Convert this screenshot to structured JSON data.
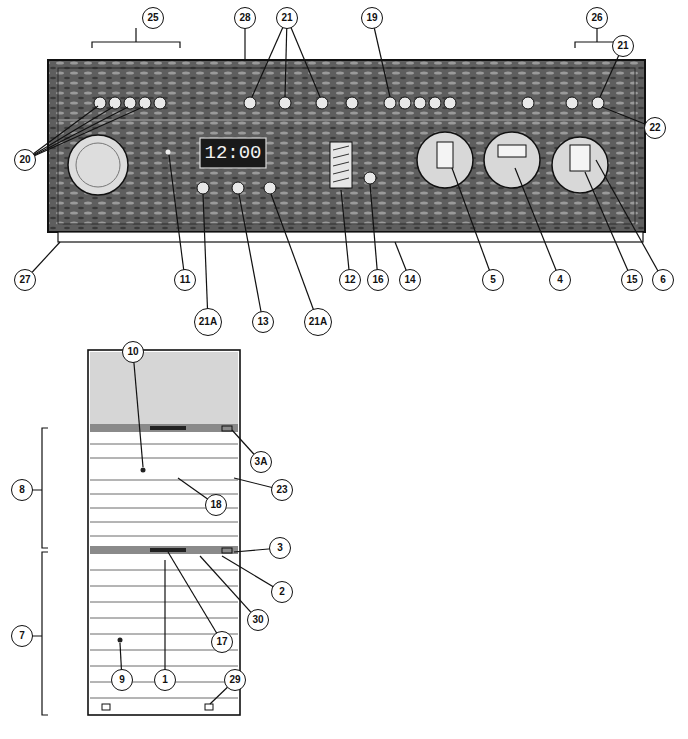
{
  "diagram": {
    "nodes": [
      {
        "text": [
          "25"
        ]
      },
      {
        "text": [
          "28"
        ]
      },
      {
        "text": [
          "21"
        ]
      },
      {
        "text": [
          "19"
        ]
      },
      {
        "text": [
          "26"
        ]
      },
      {
        "text": [
          "21"
        ]
      },
      {
        "text": [
          "20"
        ]
      },
      {
        "text": [
          "22"
        ]
      },
      {
        "text": [
          "27"
        ]
      },
      {
        "text": [
          "11"
        ]
      },
      {
        "text": [
          "21A"
        ]
      },
      {
        "text": [
          "13"
        ]
      },
      {
        "text": [
          "21A"
        ]
      },
      {
        "text": [
          "12"
        ]
      },
      {
        "text": [
          "16"
        ]
      },
      {
        "text": [
          "14"
        ]
      },
      {
        "text": [
          "5"
        ]
      },
      {
        "text": [
          "4"
        ]
      },
      {
        "text": [
          "15"
        ]
      },
      {
        "text": [
          "6"
        ]
      },
      {
        "text": [
          "10"
        ]
      },
      {
        "text": [
          "8"
        ]
      },
      {
        "text": [
          "3A"
        ]
      },
      {
        "text": [
          "23"
        ]
      },
      {
        "text": [
          "18"
        ]
      },
      {
        "text": [
          "7"
        ]
      },
      {
        "text": [
          "3"
        ]
      },
      {
        "text": [
          "2"
        ]
      },
      {
        "text": [
          "30"
        ]
      },
      {
        "text": [
          "17"
        ]
      },
      {
        "text": [
          "9"
        ]
      },
      {
        "text": [
          "1"
        ]
      },
      {
        "text": [
          "29"
        ]
      }
    ],
    "labels": [
      "12:00"
    ]
  }
}
